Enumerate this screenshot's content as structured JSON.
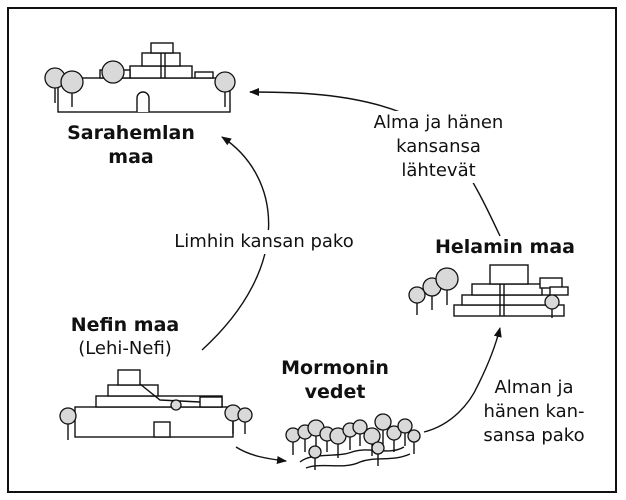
{
  "places": {
    "zarahemla": [
      "Sarahemlan",
      "maa"
    ],
    "helam": "Helamin maa",
    "nephi": [
      "Nefin maa",
      "(Lehi-Nefi)"
    ],
    "mormon": [
      "Mormonin",
      "vedet"
    ]
  },
  "routes": {
    "limhi": "Limhin kansan pako",
    "alma_departs": [
      "Alma ja hänen",
      "kansansa",
      "lähtevät"
    ],
    "alma_flees": [
      "Alman ja",
      "hänen kan-",
      "sansa pako"
    ]
  },
  "colors": {
    "stroke": "#111111",
    "tree_fill": "#d9d9d9",
    "background": "#ffffff"
  }
}
